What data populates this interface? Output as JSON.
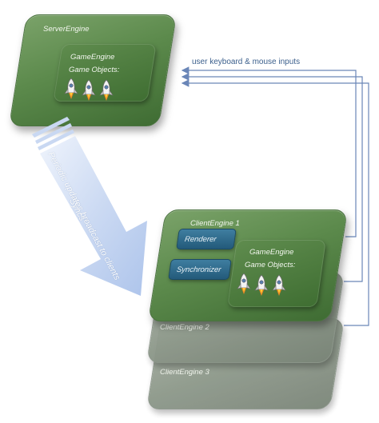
{
  "server": {
    "title": "ServerEngine",
    "game_engine": "GameEngine",
    "game_objects": "Game Objects:",
    "rockets": [
      "rocket-icon",
      "rocket-icon",
      "rocket-icon"
    ]
  },
  "sync_arrow": {
    "line1": "“Syncs”",
    "line2": "Periodic updates broadcast to clients"
  },
  "inputs": {
    "label": "user keyboard & mouse inputs"
  },
  "client1": {
    "title": "ClientEngine 1",
    "renderer": "Renderer",
    "synchronizer": "Synchronizer",
    "game_engine": "GameEngine",
    "game_objects": "Game Objects:"
  },
  "client2": {
    "title": "ClientEngine 2"
  },
  "client3": {
    "title": "ClientEngine 3"
  },
  "colors": {
    "engine_green": "#5c8a4c",
    "client_grey": "#8d988a",
    "component_blue": "#2d6a8c",
    "arrow_blue": "#c9d8f2",
    "input_line_blue": "#6a86b8"
  }
}
